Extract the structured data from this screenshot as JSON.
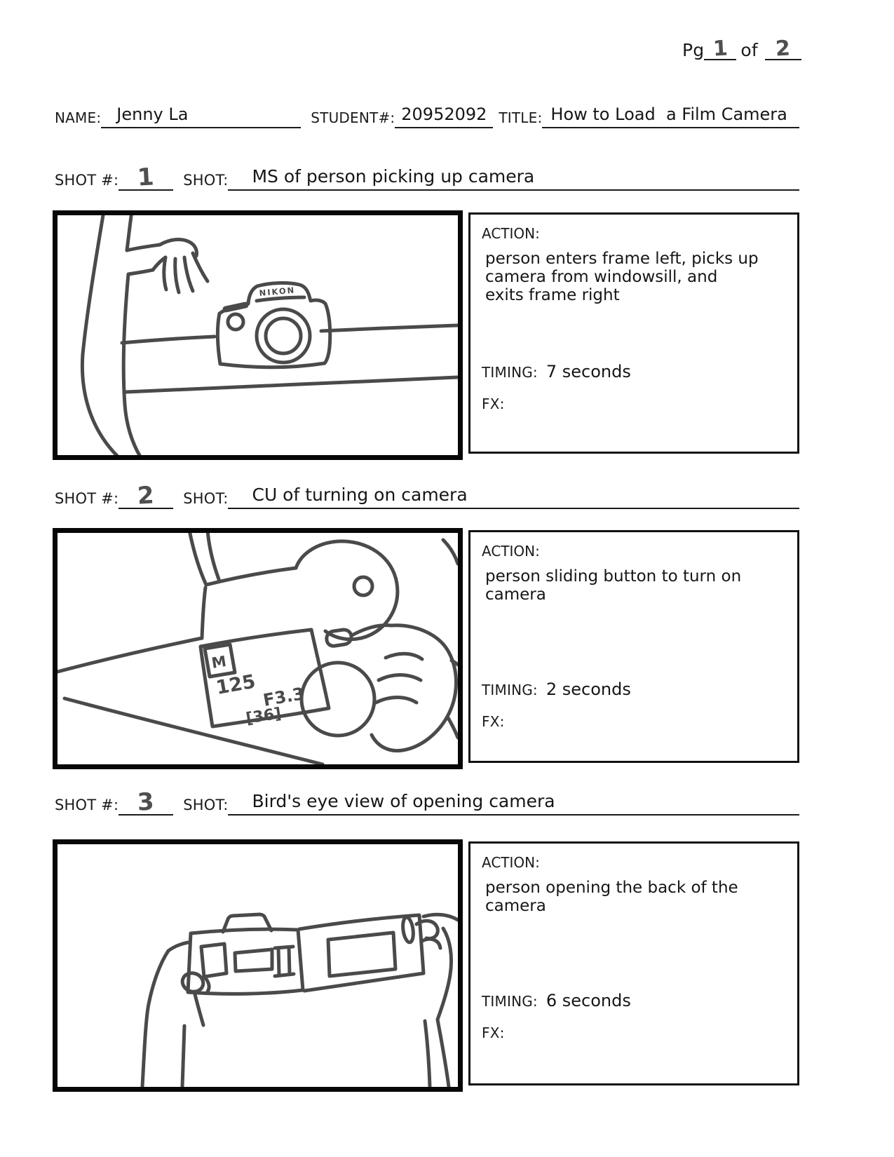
{
  "page": {
    "pg_label": "Pg",
    "pg_value": "1",
    "of_label": "of",
    "of_value": "2"
  },
  "header": {
    "name_label": "NAME:",
    "name_value": "Jenny La",
    "student_label": "STUDENT#:",
    "student_value": "20952092",
    "title_label": "TITLE:",
    "title_value": "How to Load  a Film Camera"
  },
  "labels": {
    "shot_num": "SHOT #:",
    "shot": "SHOT:",
    "action": "ACTION:",
    "timing": "TIMING:",
    "fx": "FX:"
  },
  "shots": [
    {
      "number": "1",
      "description": "MS of person picking up camera",
      "action": "person enters frame left, picks up\ncamera from windowsill, and\nexits frame right",
      "timing": "7 seconds",
      "sketch_caption": "person reaching for camera on windowsill",
      "sketch_text": {
        "brand": "NIKON"
      }
    },
    {
      "number": "2",
      "description": "CU of turning on camera",
      "action": "person sliding button to turn on\ncamera",
      "timing": "2 seconds",
      "sketch_caption": "thumb sliding power button on camera top plate",
      "sketch_text": {
        "mode": "M",
        "shutter": "125",
        "aperture": "F3.3",
        "counter": "[36]"
      }
    },
    {
      "number": "3",
      "description": "Bird's eye view of opening camera",
      "action": "person opening the back of the\ncamera",
      "timing": "6 seconds",
      "sketch_caption": "hands opening the camera back",
      "sketch_text": {}
    }
  ],
  "colors": {
    "ink": "#1b1b1b",
    "frame_border": "#070707",
    "sketch_stroke": "#4a4a4a",
    "handwriting": "#4f4f4f"
  }
}
